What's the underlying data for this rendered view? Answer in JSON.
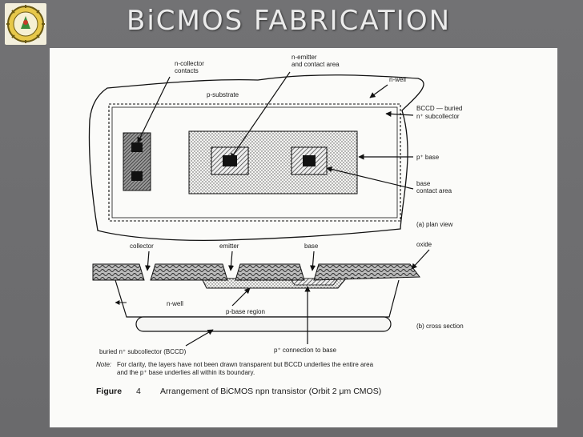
{
  "slide": {
    "title": "BiCMOS FABRICATION",
    "logo_icon": "college-emblem-icon"
  },
  "plan_view": {
    "labels": {
      "n_collector": [
        "n-collector",
        "contacts"
      ],
      "n_emitter": [
        "n-emitter",
        "and contact area"
      ],
      "n_well": "n-well",
      "p_substrate": "p-substrate",
      "bccd": [
        "BCCD — buried",
        "n⁺ subcollector"
      ],
      "p_base": "p⁺ base",
      "base_contact": [
        "base",
        "contact area"
      ],
      "caption": "(a) plan view"
    }
  },
  "cross_section": {
    "labels": {
      "collector": "collector",
      "emitter": "emitter",
      "base": "base",
      "oxide": "oxide",
      "n_well": "n-well",
      "p_base_region": "p-base region",
      "caption": "(b) cross section",
      "buried": "buried n⁺ subcollector (BCCD)",
      "p_connection": "p⁺ connection to base"
    }
  },
  "note": {
    "prefix": "Note:",
    "line1": "For clarity, the layers have not been drawn transparent but BCCD underlies the entire area",
    "line2": "and the p⁺ base underlies all within its boundary."
  },
  "figure": {
    "label": "Figure",
    "number": "4",
    "caption": "Arrangement of BiCMOS npn transistor (Orbit 2 μm CMOS)"
  }
}
